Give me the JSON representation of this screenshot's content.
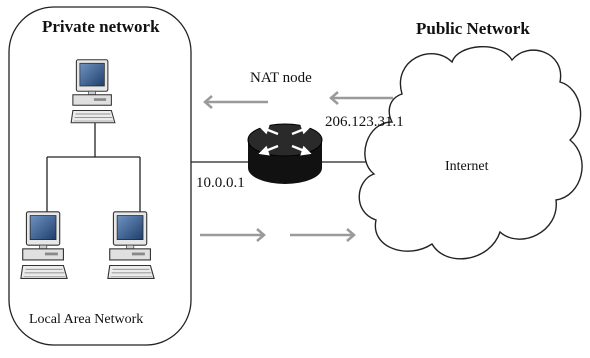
{
  "private_network": {
    "title": "Private network",
    "lan_label": "Local Area Network",
    "gateway_ip": "10.0.0.1"
  },
  "public_network": {
    "title": "Public Network",
    "cloud_label": "Internet"
  },
  "nat": {
    "title": "NAT node",
    "public_ip": "206.123.31.1"
  },
  "icons": {
    "router": "router-icon",
    "computer": "desktop-computer-icon",
    "cloud": "cloud-icon",
    "arrow": "arrow-icon"
  },
  "colors": {
    "line": "#111111",
    "arrow": "#9a9a9a",
    "router_body": "#111111",
    "monitor_screen": "#3a5f8c"
  }
}
